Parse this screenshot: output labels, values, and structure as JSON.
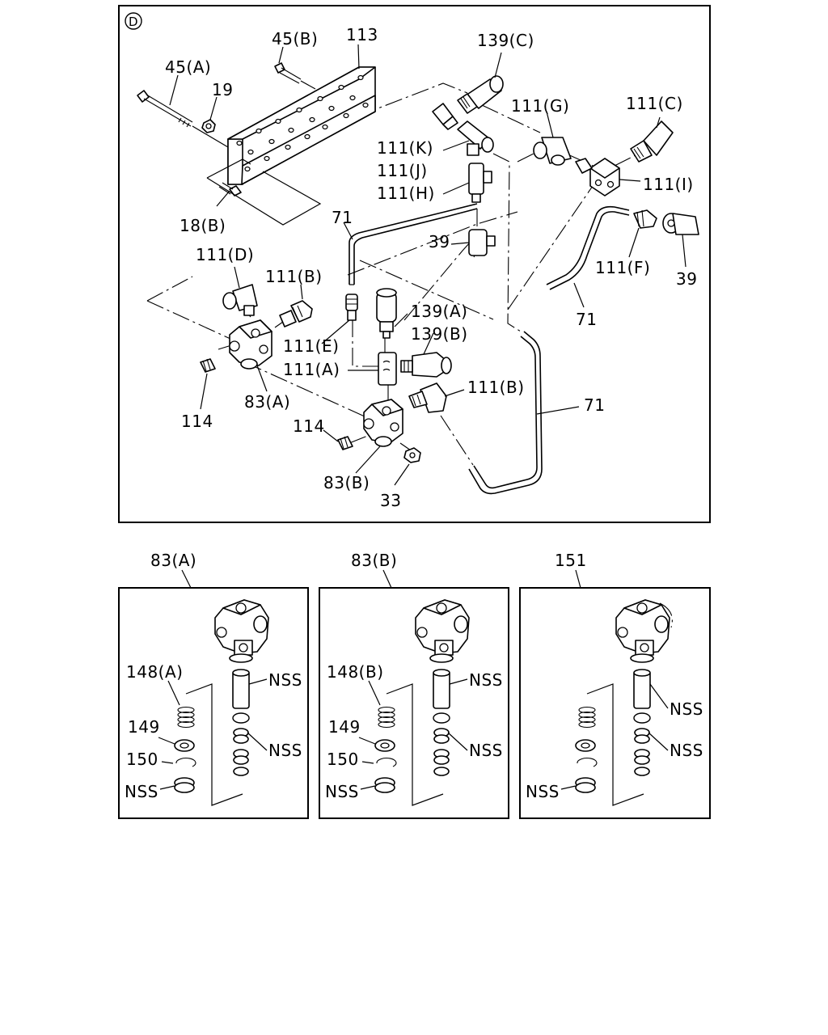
{
  "section_marker": "D",
  "callouts": {
    "c45a": "45(A)",
    "c45b": "45(B)",
    "c113": "113",
    "c19": "19",
    "c139c": "139(C)",
    "c111g": "111(G)",
    "c111c": "111(C)",
    "c111k": "111(K)",
    "c111j": "111(J)",
    "c111h": "111(H)",
    "c111i": "111(I)",
    "c18b": "18(B)",
    "c71a": "71",
    "c39a": "39",
    "c111f": "111(F)",
    "c39b": "39",
    "c111d": "111(D)",
    "c111b1": "111(B)",
    "c139a": "139(A)",
    "c139b": "139(B)",
    "c71b": "71",
    "c111e": "111(E)",
    "c111a": "111(A)",
    "c111b2": "111(B)",
    "c71c": "71",
    "c114a": "114",
    "c83a": "83(A)",
    "c114b": "114",
    "c83b": "83(B)",
    "c33": "33"
  },
  "details": [
    {
      "title": "83(A)",
      "labels": {
        "spring": "148(A)",
        "washer": "149",
        "ring": "150",
        "seat": "NSS",
        "body_parts": "NSS",
        "seals": "NSS"
      }
    },
    {
      "title": "83(B)",
      "labels": {
        "spring": "148(B)",
        "washer": "149",
        "ring": "150",
        "seat": "NSS",
        "body_parts": "NSS",
        "seals": "NSS"
      }
    },
    {
      "title": "151",
      "labels": {
        "seat": "NSS",
        "body_parts": "NSS",
        "seals": "NSS"
      }
    }
  ]
}
